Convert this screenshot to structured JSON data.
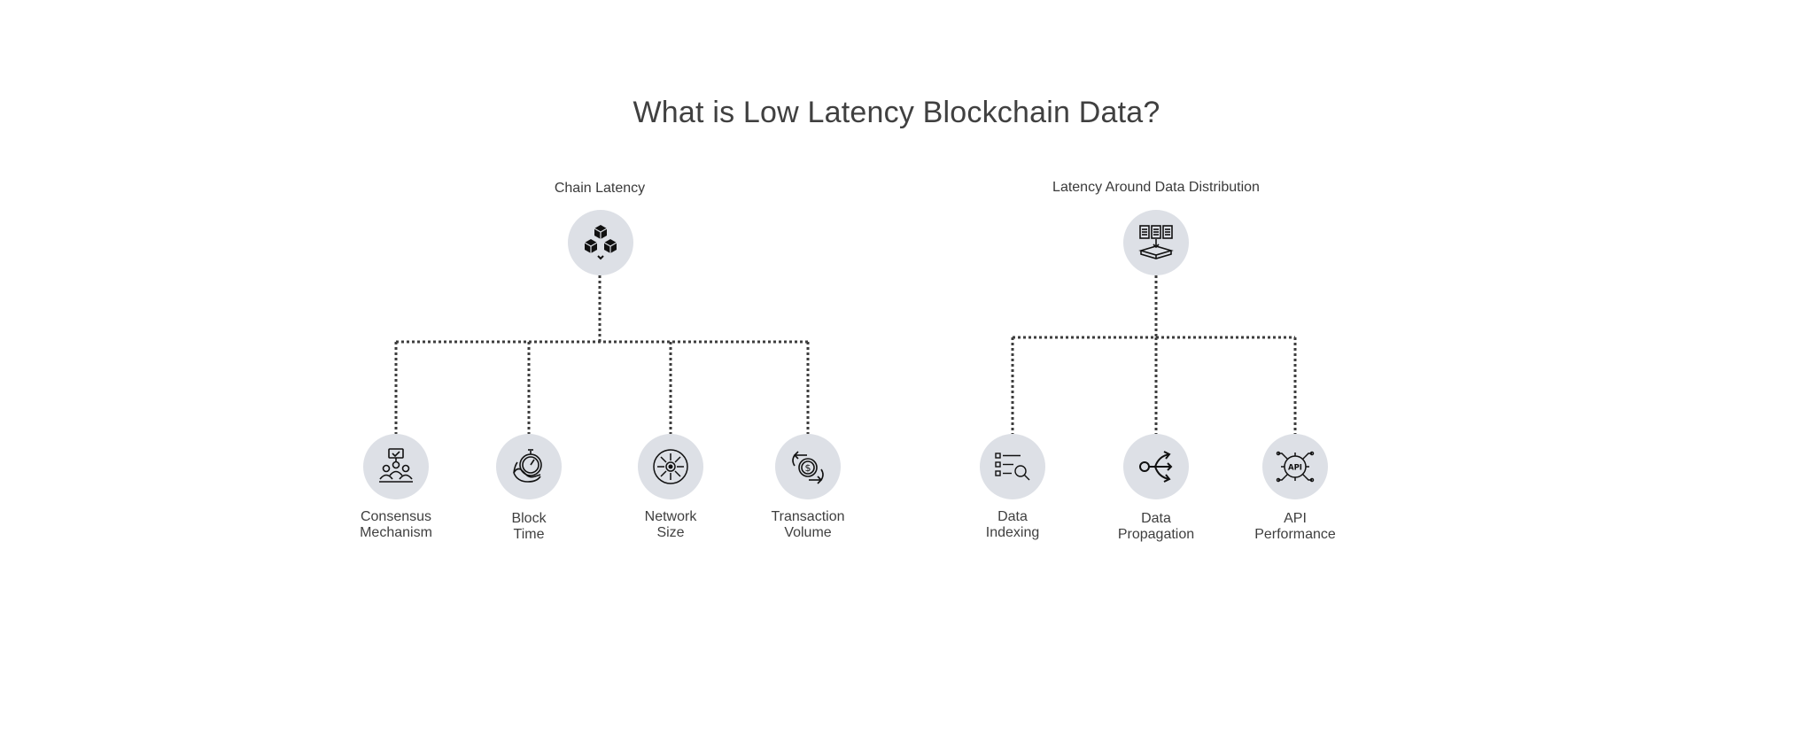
{
  "title": "What is Low Latency Blockchain Data?",
  "groups": [
    {
      "label": "Chain Latency",
      "icon": "cubes-icon",
      "children": [
        {
          "line1": "Consensus",
          "line2": "Mechanism",
          "icon": "consensus-people-icon"
        },
        {
          "line1": "Block",
          "line2": "Time",
          "icon": "stopwatch-hand-icon"
        },
        {
          "line1": "Network",
          "line2": "Size",
          "icon": "network-hub-icon"
        },
        {
          "line1": "Transaction",
          "line2": "Volume",
          "icon": "dollar-exchange-icon"
        }
      ]
    },
    {
      "label": "Latency Around Data Distribution",
      "icon": "documents-server-icon",
      "children": [
        {
          "line1": "Data",
          "line2": "Indexing",
          "icon": "list-search-icon"
        },
        {
          "line1": "Data",
          "line2": "Propagation",
          "icon": "branch-arrows-icon"
        },
        {
          "line1": "API",
          "line2": "Performance",
          "icon": "api-gear-icon"
        }
      ]
    }
  ],
  "colors": {
    "node_fill": "#dde0e6",
    "line": "#3d3d3d",
    "text": "#3f3f3f"
  }
}
